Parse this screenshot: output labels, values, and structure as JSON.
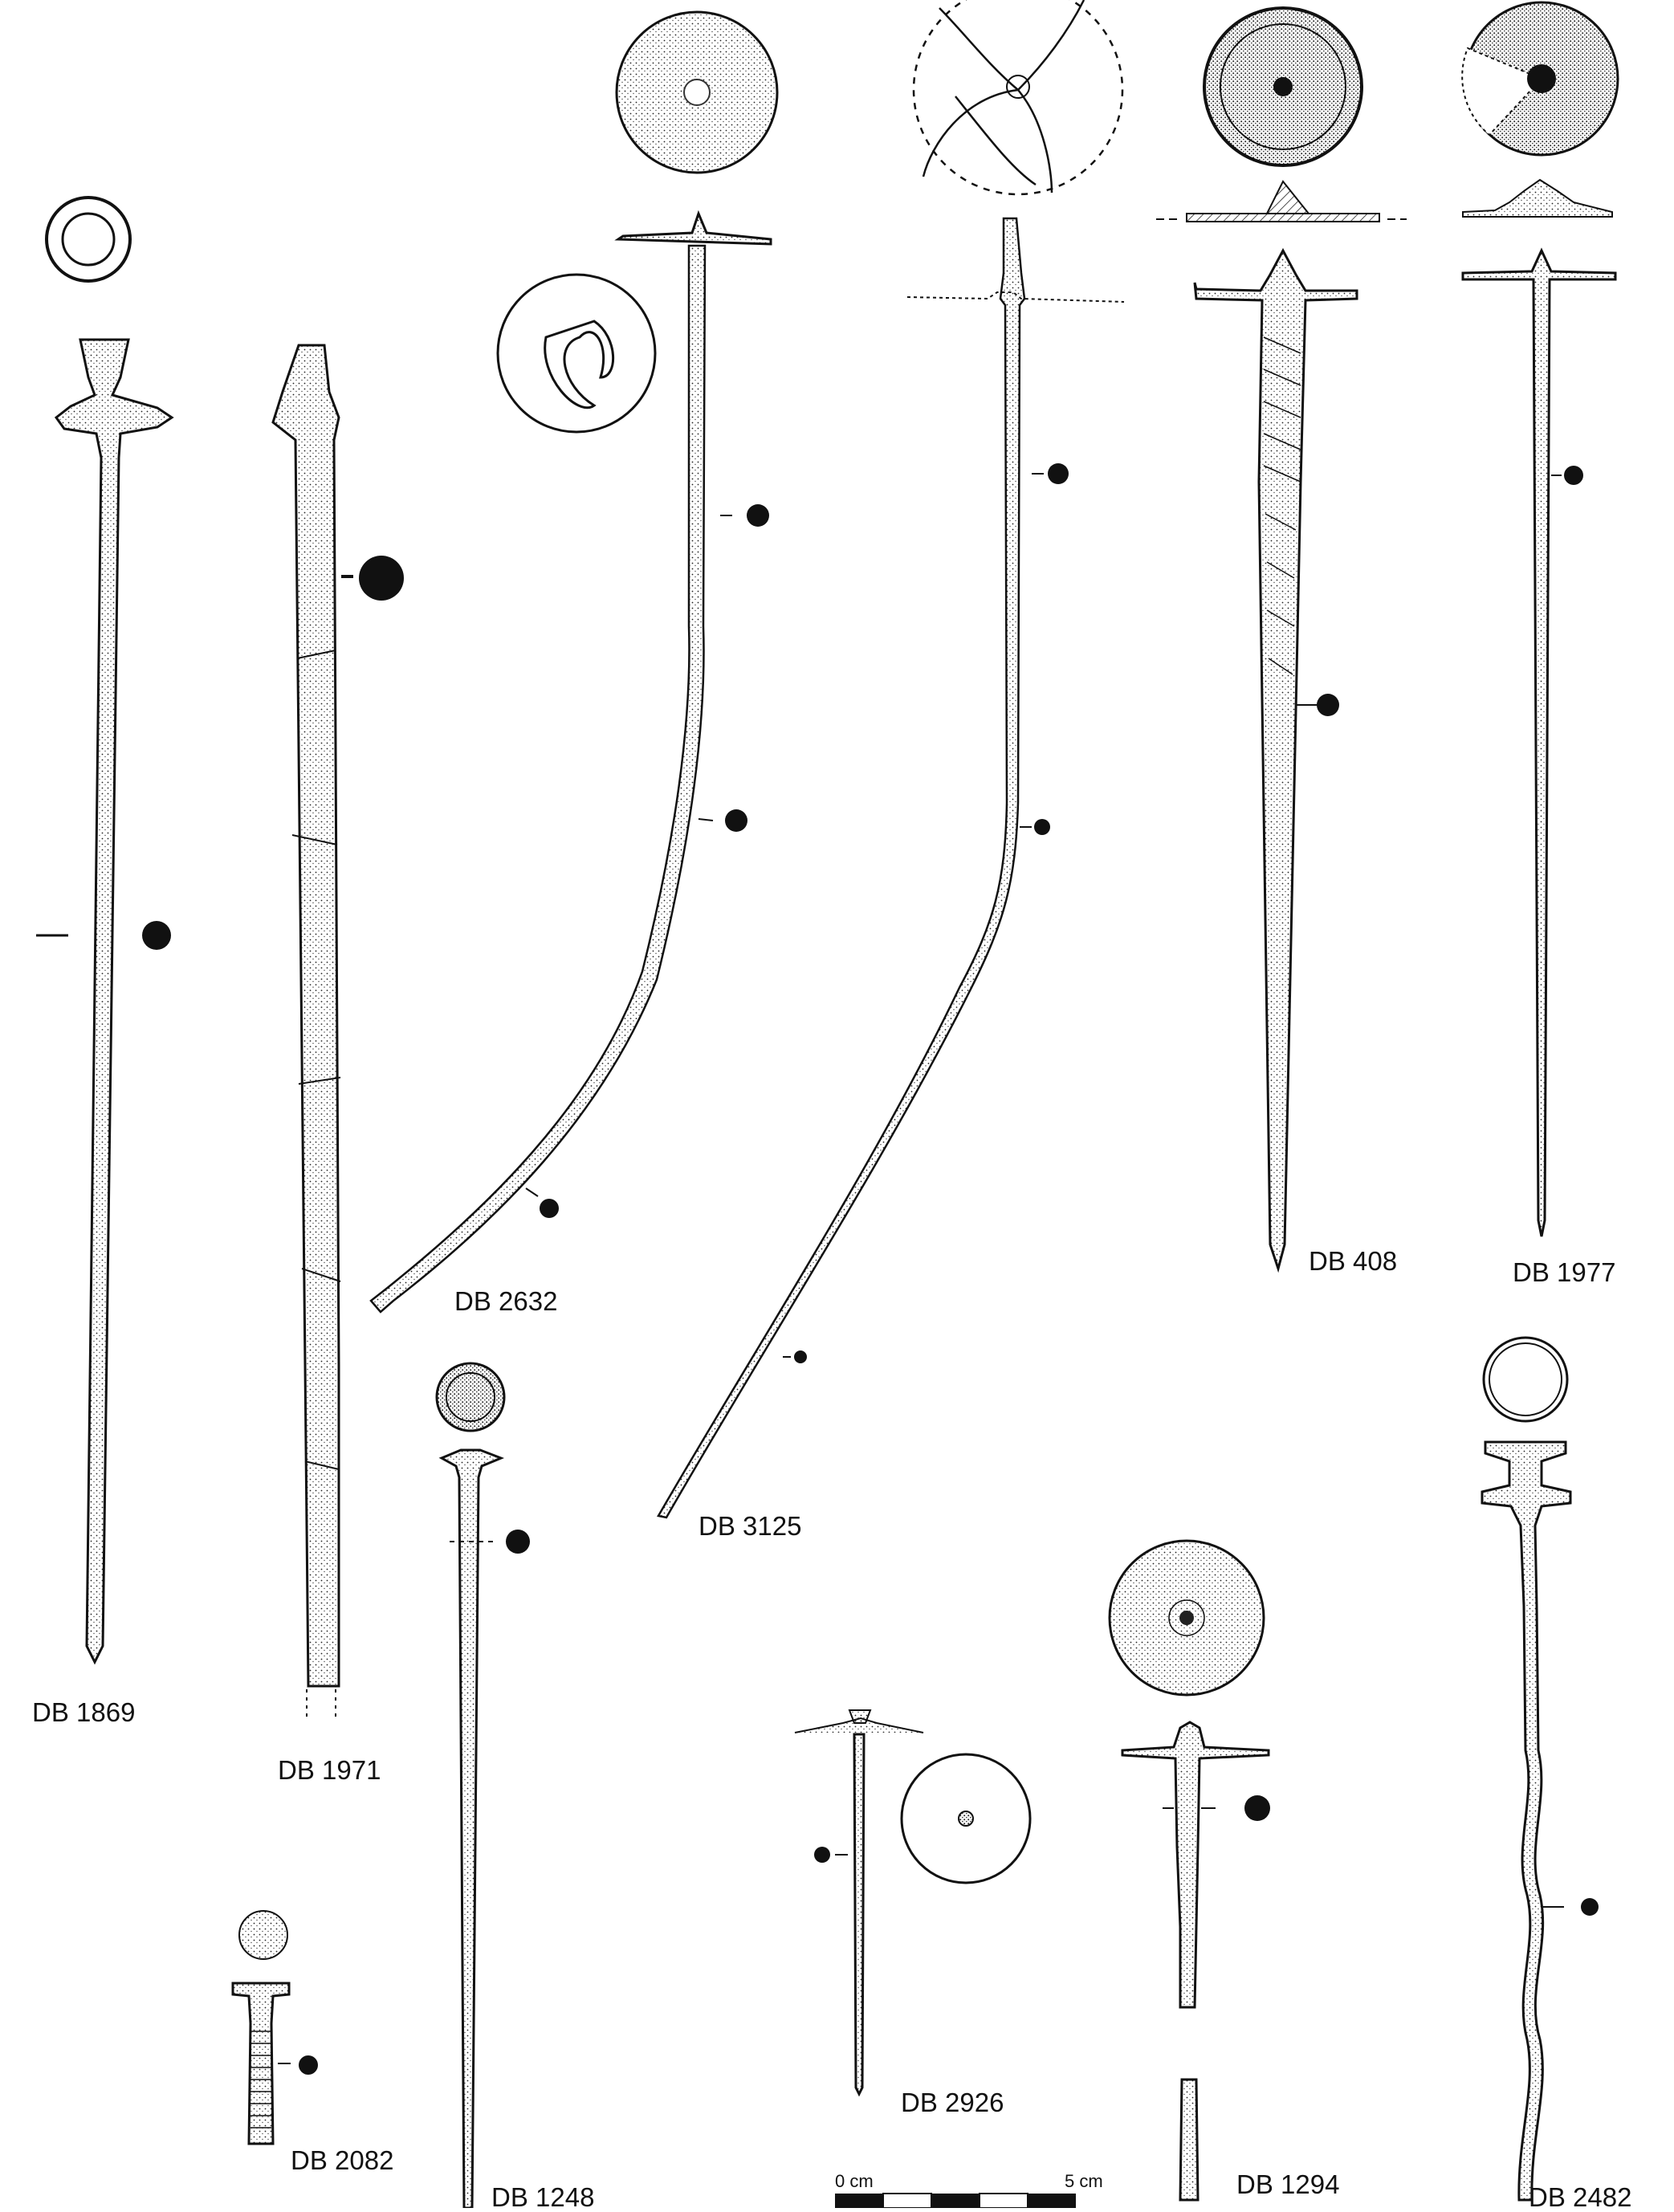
{
  "plate": {
    "ink_color": "#111111",
    "paper_color": "#ffffff",
    "artifacts": [
      {
        "id": "db1869",
        "label": "DB 1869"
      },
      {
        "id": "db1971",
        "label": "DB 1971"
      },
      {
        "id": "db2632",
        "label": "DB 2632"
      },
      {
        "id": "db3125",
        "label": "DB 3125"
      },
      {
        "id": "db408",
        "label": "DB 408"
      },
      {
        "id": "db1977",
        "label": "DB 1977"
      },
      {
        "id": "db1248",
        "label": "DB 1248"
      },
      {
        "id": "db2082",
        "label": "DB 2082"
      },
      {
        "id": "db2926",
        "label": "DB 2926"
      },
      {
        "id": "db1294",
        "label": "DB 1294"
      },
      {
        "id": "db2482",
        "label": "DB 2482"
      }
    ],
    "scale_bar": {
      "start_label": "0 cm",
      "end_label": "5 cm"
    }
  }
}
